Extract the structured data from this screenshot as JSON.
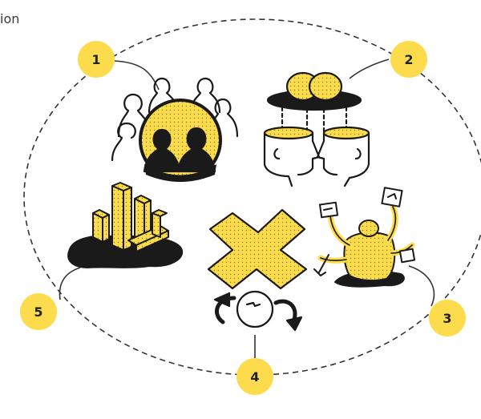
{
  "header": {
    "partial_text": "ion"
  },
  "steps": [
    {
      "number": "1",
      "icon": "group-focus-icon"
    },
    {
      "number": "2",
      "icon": "shared-thinking-icon"
    },
    {
      "number": "3",
      "icon": "multitasking-person-icon"
    },
    {
      "number": "4",
      "icon": "crossroads-cycle-icon"
    },
    {
      "number": "5",
      "icon": "blocks-on-puddle-icon"
    }
  ],
  "colors": {
    "accent": "#FCDC4D",
    "ink": "#1a1a1a",
    "line": "#333333"
  }
}
